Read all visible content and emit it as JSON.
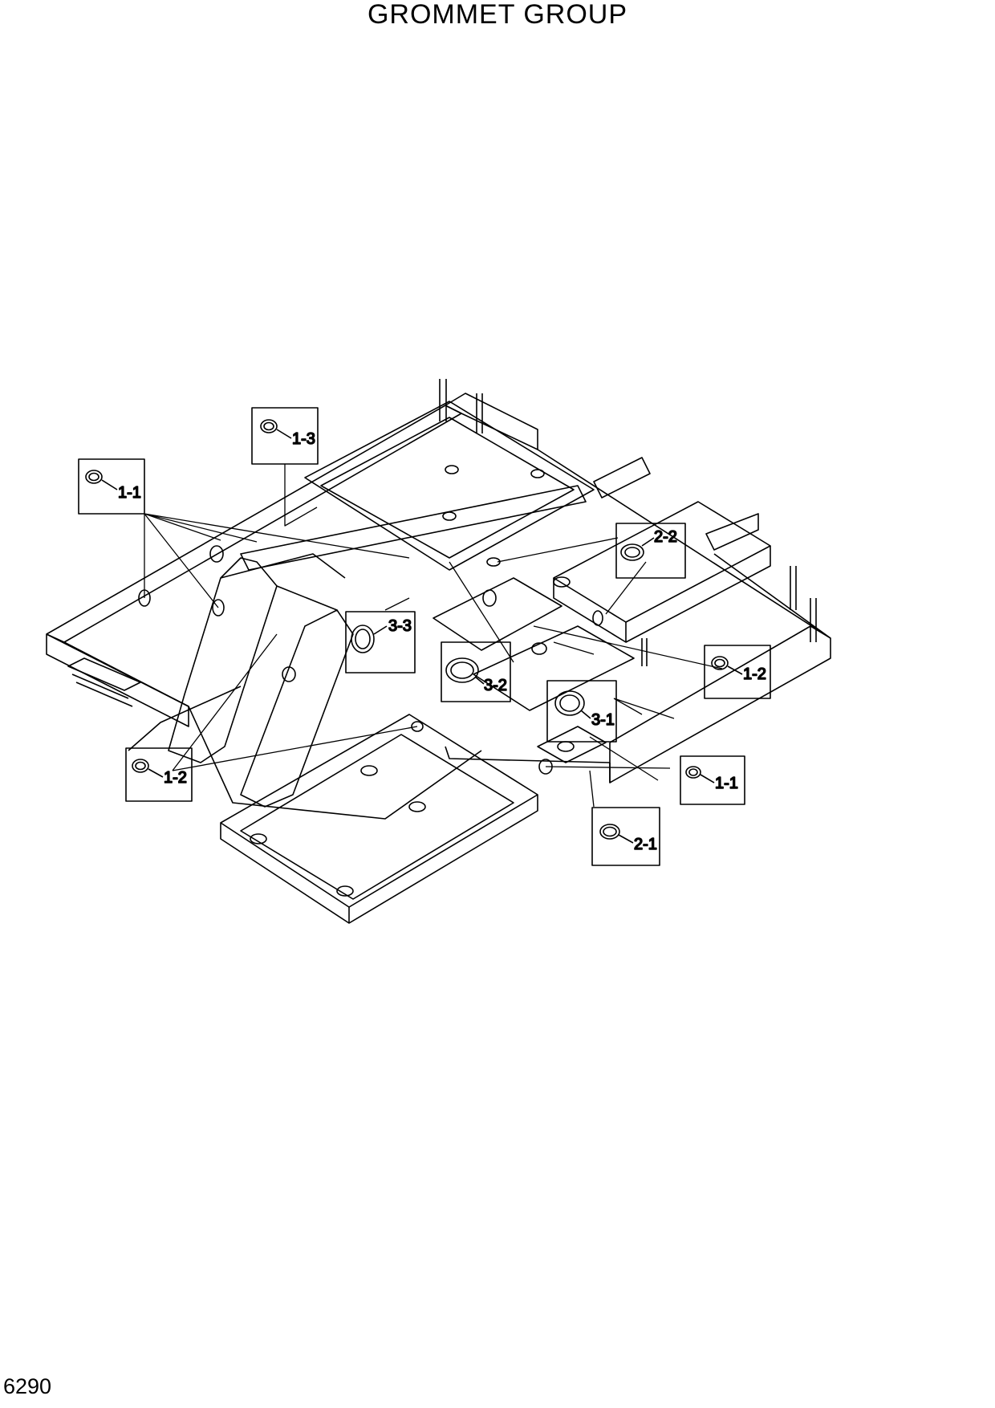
{
  "header": {
    "title": "GROMMET GROUP"
  },
  "footer": {
    "page_number": "6290"
  },
  "callouts": {
    "c1": "1-3",
    "c2": "1-1",
    "c3": "2-2",
    "c4": "3-3",
    "c5": "3-2",
    "c6": "3-1",
    "c7": "1-2",
    "c8": "1-2",
    "c9": "1-1",
    "c10": "2-1"
  }
}
